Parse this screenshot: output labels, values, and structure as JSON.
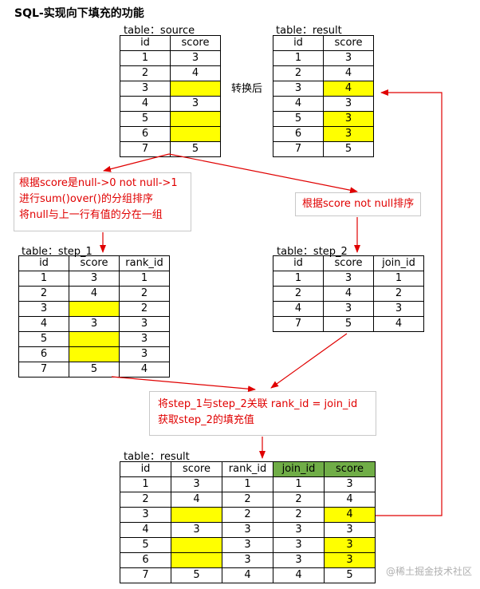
{
  "title": "SQL-实现向下填充的功能",
  "transform_label": "转换后",
  "colors": {
    "highlight": "#ffff00",
    "header_green": "#70ad47",
    "note_text": "#e00000",
    "arrow": "#e00000"
  },
  "tables": {
    "source": {
      "caption": "table：source",
      "headers": [
        "id",
        "score"
      ],
      "rows": [
        [
          "1",
          "3"
        ],
        [
          "2",
          "4"
        ],
        [
          "3",
          ""
        ],
        [
          "4",
          "3"
        ],
        [
          "5",
          ""
        ],
        [
          "6",
          ""
        ],
        [
          "7",
          "5"
        ]
      ]
    },
    "result_top": {
      "caption": "table：result",
      "headers": [
        "id",
        "score"
      ],
      "rows": [
        [
          "1",
          "3"
        ],
        [
          "2",
          "4"
        ],
        [
          "3",
          "4"
        ],
        [
          "4",
          "3"
        ],
        [
          "5",
          "3"
        ],
        [
          "6",
          "3"
        ],
        [
          "7",
          "5"
        ]
      ]
    },
    "step_1": {
      "caption": "table：step_1",
      "headers": [
        "id",
        "score",
        "rank_id"
      ],
      "rows": [
        [
          "1",
          "3",
          "1"
        ],
        [
          "2",
          "4",
          "2"
        ],
        [
          "3",
          "",
          "2"
        ],
        [
          "4",
          "3",
          "3"
        ],
        [
          "5",
          "",
          "3"
        ],
        [
          "6",
          "",
          "3"
        ],
        [
          "7",
          "5",
          "4"
        ]
      ]
    },
    "step_2": {
      "caption": "table：step_2",
      "headers": [
        "id",
        "score",
        "join_id"
      ],
      "rows": [
        [
          "1",
          "3",
          "1"
        ],
        [
          "2",
          "4",
          "2"
        ],
        [
          "4",
          "3",
          "3"
        ],
        [
          "7",
          "5",
          "4"
        ]
      ]
    },
    "result_bottom": {
      "caption": "table：result",
      "headers": [
        "id",
        "score",
        "rank_id",
        "join_id",
        "score"
      ],
      "rows": [
        [
          "1",
          "3",
          "1",
          "1",
          "3"
        ],
        [
          "2",
          "4",
          "2",
          "2",
          "4"
        ],
        [
          "3",
          "",
          "2",
          "2",
          "4"
        ],
        [
          "4",
          "3",
          "3",
          "3",
          "3"
        ],
        [
          "5",
          "",
          "3",
          "3",
          "3"
        ],
        [
          "6",
          "",
          "3",
          "3",
          "3"
        ],
        [
          "7",
          "5",
          "4",
          "4",
          "5"
        ]
      ]
    }
  },
  "notes": {
    "note1": [
      "根据score是null->0 not null->1",
      "进行sum()over()的分组排序",
      "将null与上一行有值的分在一组"
    ],
    "note2": [
      "根据score not null排序"
    ],
    "note3": [
      "将step_1与step_2关联 rank_id = join_id",
      "获取step_2的填充值"
    ]
  },
  "watermark": "@稀土掘金技术社区"
}
